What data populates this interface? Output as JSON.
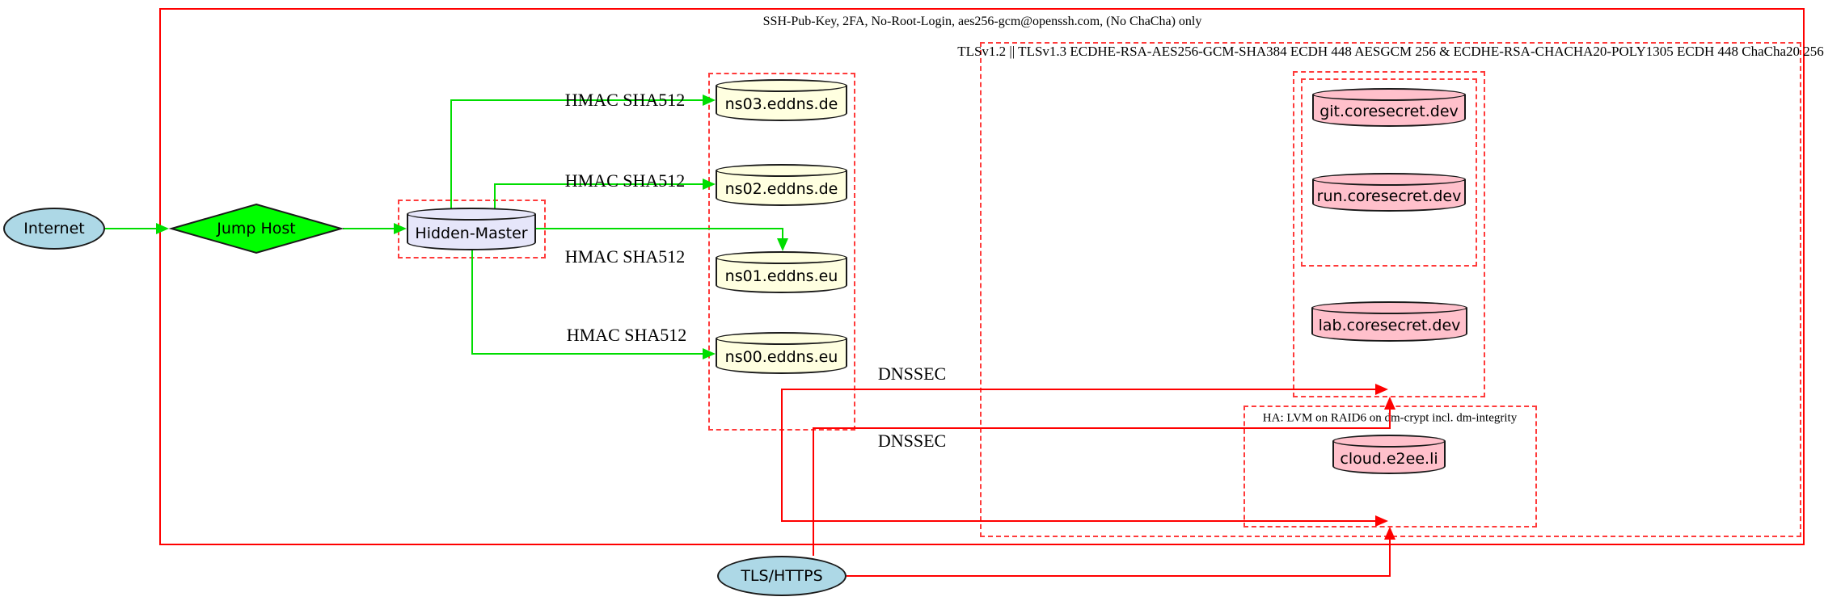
{
  "diagram": {
    "clusters": {
      "ssh": {
        "label": "SSH-Pub-Key, 2FA, No-Root-Login, aes256-gcm@openssh.com, (No ChaCha) only"
      },
      "tls": {
        "label": "TLSv1.2 || TLSv1.3 ECDHE-RSA-AES256-GCM-SHA384 ECDH 448 AESGCM 256 & ECDHE-RSA-CHACHA20-POLY1305 ECDH 448 ChaCha20 256"
      },
      "ha": {
        "label": "HA: LVM on RAID6 on dm-crypt incl. dm-integrity"
      }
    },
    "nodes": {
      "internet": {
        "label": "Internet",
        "shape": "ellipse",
        "fill": "#add8e6"
      },
      "jump_host": {
        "label": "Jump Host",
        "shape": "diamond",
        "fill": "#00ff00"
      },
      "hidden_master": {
        "label": "Hidden-Master",
        "shape": "cylinder",
        "fill": "#e6e6fa"
      },
      "ns03": {
        "label": "ns03.eddns.de",
        "shape": "cylinder",
        "fill": "#ffffe0"
      },
      "ns02": {
        "label": "ns02.eddns.de",
        "shape": "cylinder",
        "fill": "#ffffe0"
      },
      "ns01": {
        "label": "ns01.eddns.eu",
        "shape": "cylinder",
        "fill": "#ffffe0"
      },
      "ns00": {
        "label": "ns00.eddns.eu",
        "shape": "cylinder",
        "fill": "#ffffe0"
      },
      "git": {
        "label": "git.coresecret.dev",
        "shape": "cylinder",
        "fill": "#ffc0cb"
      },
      "run": {
        "label": "run.coresecret.dev",
        "shape": "cylinder",
        "fill": "#ffc0cb"
      },
      "lab": {
        "label": "lab.coresecret.dev",
        "shape": "cylinder",
        "fill": "#ffc0cb"
      },
      "cloud": {
        "label": "cloud.e2ee.li",
        "shape": "cylinder",
        "fill": "#ffc0cb"
      },
      "tls_https": {
        "label": "TLS/HTTPS",
        "shape": "ellipse",
        "fill": "#add8e6"
      }
    },
    "edge_labels": {
      "hmac": "HMAC SHA512",
      "dnssec": "DNSSEC"
    },
    "colors": {
      "secure_edge_green": "#00dd00",
      "boundary_red": "#ff0000",
      "cluster_dashed_red": "#ff3b3b",
      "node_border": "#1a1a1a"
    }
  }
}
